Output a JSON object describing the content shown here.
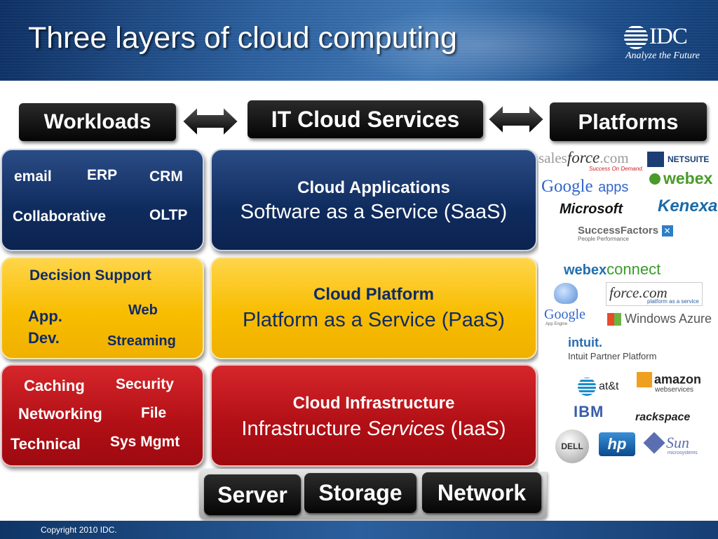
{
  "header": {
    "title": "Three layers of cloud computing",
    "logo_word": "IDC",
    "logo_tagline": "Analyze the Future"
  },
  "top_labels": {
    "workloads": "Workloads",
    "it_cloud_services": "IT Cloud Services",
    "platforms": "Platforms"
  },
  "layers": {
    "saas": {
      "workloads": [
        "email",
        "ERP",
        "CRM",
        "Collaborative",
        "OLTP"
      ],
      "title": "Cloud Applications",
      "subtitle": "Software as a Service (SaaS)"
    },
    "paas": {
      "workloads": [
        "Decision Support",
        "App.",
        "Dev.",
        "Web",
        "Streaming"
      ],
      "title": "Cloud Platform",
      "subtitle": "Platform as a Service (PaaS)"
    },
    "iaas": {
      "workloads": [
        "Caching",
        "Security",
        "Networking",
        "File",
        "Technical",
        "Sys Mgmt"
      ],
      "title": "Cloud Infrastructure",
      "subtitle_pre": "Infrastructure ",
      "subtitle_italic": "Services",
      "subtitle_post": " (IaaS)"
    }
  },
  "bottom": [
    "Server",
    "Storage",
    "Network"
  ],
  "vendors": {
    "saas": {
      "salesforce_a": "sales",
      "salesforce_b": "force",
      "salesforce_c": ".com",
      "salesforce_tag": "Success On Demand.",
      "netsuite": "NETSUITE",
      "google": "Google",
      "google_apps": "apps",
      "webex": "webex",
      "microsoft": "Microsoft",
      "kenexa": "Kenexa",
      "successfactors": "SuccessFactors",
      "successfactors_tag": "People Performance"
    },
    "paas": {
      "webex": "webex",
      "connect": "connect",
      "force": "force.com",
      "force_tag": "platform as a service",
      "google": "Google",
      "google_tag": "App Engine",
      "windows_azure": "Windows Azure",
      "intuit": "intuit.",
      "intuit_partner": "Intuit Partner Platform"
    },
    "iaas": {
      "att": "at&t",
      "amazon": "amazon",
      "amazon_tag": "webservices",
      "ibm": "IBM",
      "rackspace": "rackspace",
      "dell": "DELL",
      "hp": "hp",
      "sun": "Sun",
      "sun_tag": "microsystems"
    }
  },
  "footer": {
    "copyright": "Copyright 2010 IDC."
  },
  "colors": {
    "navy": "#0f2b5d",
    "yellow": "#f8bd00",
    "red": "#b00f15",
    "header_blue": "#2a5e9c"
  }
}
